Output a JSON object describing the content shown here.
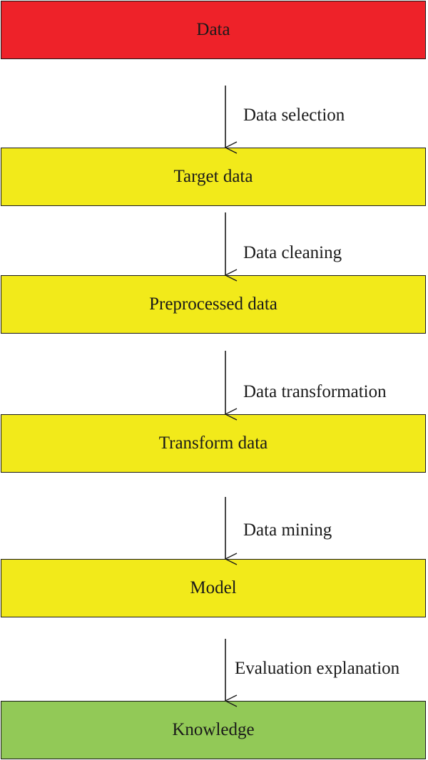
{
  "colors": {
    "start": "#ee2229",
    "process": "#f2ea1a",
    "end": "#92c957",
    "line": "#1a1a1a"
  },
  "stages": [
    {
      "label": "Data",
      "color": "#ee2229"
    },
    {
      "label": "Target data",
      "color": "#f2ea1a"
    },
    {
      "label": "Preprocessed data",
      "color": "#f2ea1a"
    },
    {
      "label": "Transform data",
      "color": "#f2ea1a"
    },
    {
      "label": "Model",
      "color": "#f2ea1a"
    },
    {
      "label": "Knowledge",
      "color": "#92c957"
    }
  ],
  "steps": [
    {
      "label": "Data selection"
    },
    {
      "label": "Data cleaning"
    },
    {
      "label": "Data transformation"
    },
    {
      "label": "Data mining"
    },
    {
      "label": "Evaluation explanation"
    }
  ]
}
